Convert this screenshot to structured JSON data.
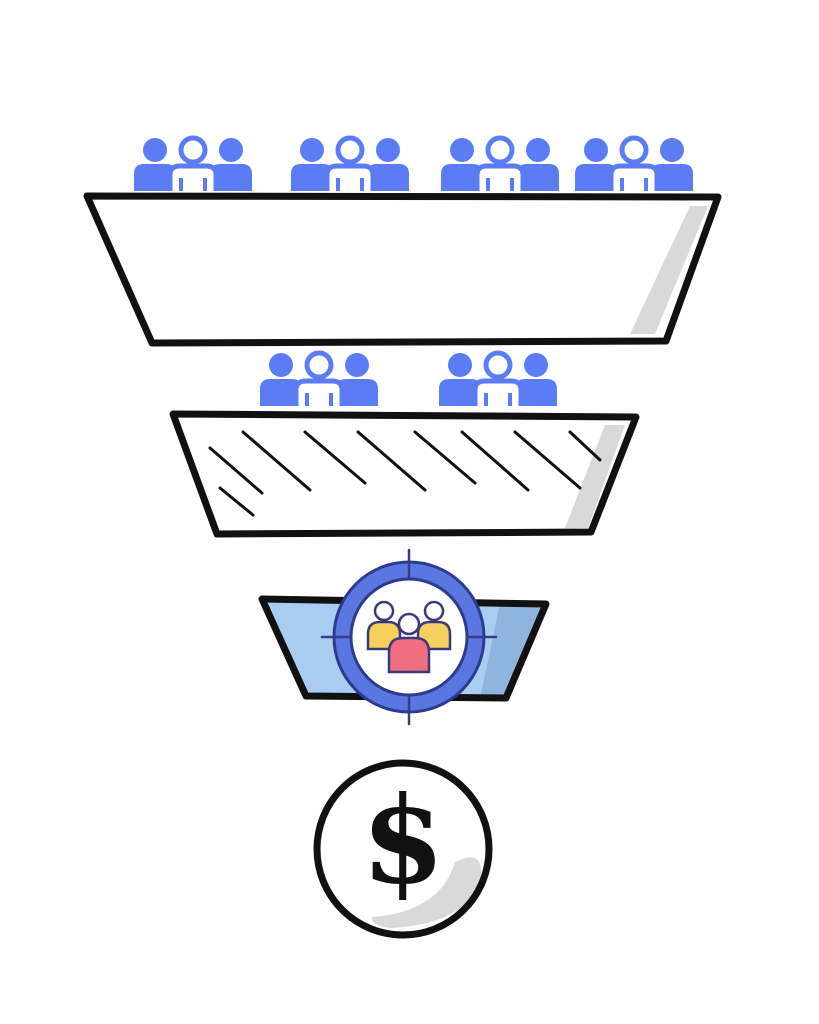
{
  "diagram": {
    "type": "sales-funnel",
    "stages": [
      {
        "id": "awareness",
        "people_groups": 4,
        "fill": "#ffffff",
        "pattern": "none"
      },
      {
        "id": "interest",
        "people_groups": 2,
        "fill": "#ffffff",
        "pattern": "diagonal-hatch"
      },
      {
        "id": "targeting",
        "people_groups": 0,
        "fill": "#a9cdf0",
        "pattern": "none",
        "badge_icon": "target-audience-icon"
      },
      {
        "id": "revenue",
        "shape": "circle",
        "icon": "dollar-icon"
      }
    ],
    "dollar_symbol": "$",
    "colors": {
      "people_blue": "#5b7cf5",
      "outline": "#111111",
      "shadow": "#d9d9d9",
      "target_ring": "#5a76e0",
      "target_light": "#a9cdf0",
      "person_yellow": "#f7cf5d",
      "person_pink": "#ef6e80"
    },
    "icons": [
      "people-group-icon",
      "target-audience-icon",
      "crosshair-icon",
      "dollar-icon"
    ]
  }
}
